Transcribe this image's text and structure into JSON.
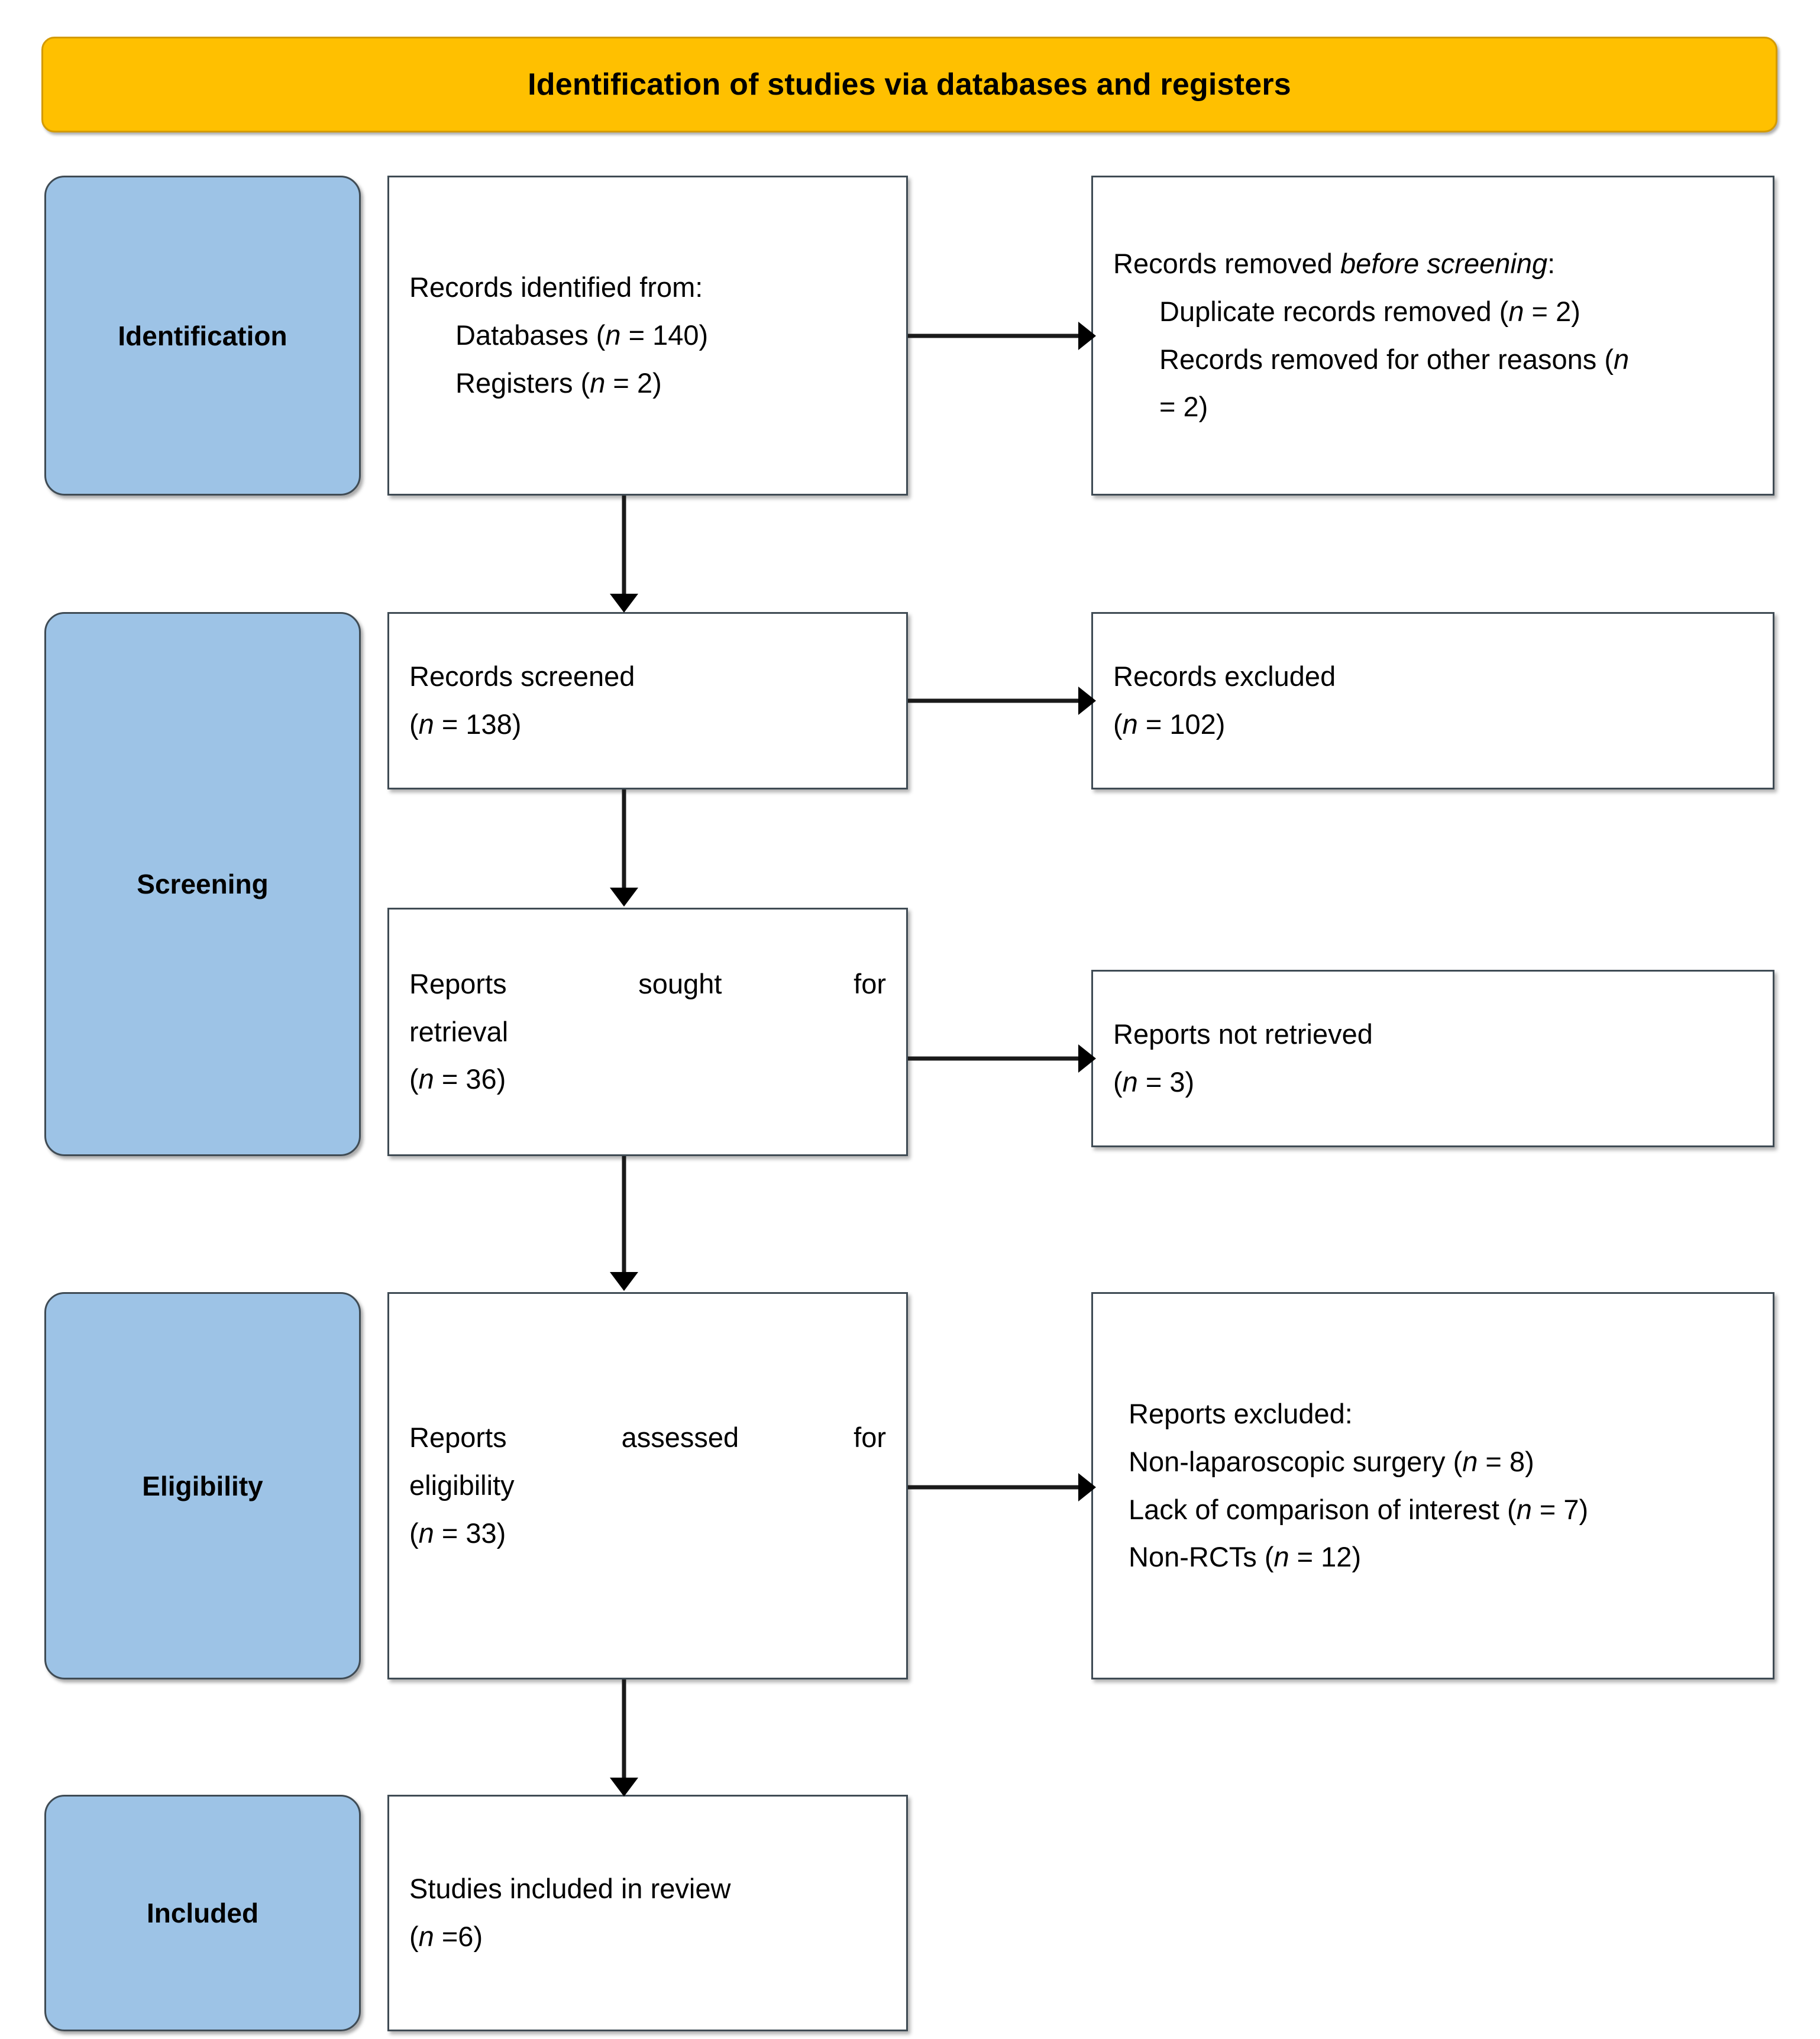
{
  "header": {
    "title": "Identification of studies via databases and registers",
    "bg_color": "#FFC000"
  },
  "stages": [
    {
      "id": "identification",
      "label": "Identification"
    },
    {
      "id": "screening",
      "label": "Screening"
    },
    {
      "id": "eligibility",
      "label": "Eligibility"
    },
    {
      "id": "included",
      "label": "Included"
    }
  ],
  "stage_color": "#9DC3E6",
  "nodes": {
    "records_identified": {
      "heading": "Records identified from:",
      "item_databases": "Databases (",
      "item_databases_n": "n",
      "item_databases_tail": " = 140)",
      "item_registers": "Registers (",
      "item_registers_n": "n",
      "item_registers_tail": " = 2)"
    },
    "records_removed": {
      "heading_a": "Records removed ",
      "heading_i": "before screening",
      "heading_b": ":",
      "dup_a": "Duplicate records removed (",
      "dup_n": "n",
      "dup_b": " = 2)",
      "other_a": "Records removed for other reasons (",
      "other_n": "n",
      "other_b": "",
      "other_cont_a": " = 2)"
    },
    "records_screened": {
      "line1": "Records screened",
      "line2_a": "(",
      "line2_n": "n",
      "line2_b": " = 138)"
    },
    "records_excluded": {
      "line1": "Records excluded",
      "line2_a": "(",
      "line2_n": "n",
      "line2_b": " = 102)"
    },
    "reports_sought": {
      "line1": "Reports sought for",
      "line2": "retrieval",
      "line3_a": "(",
      "line3_n": "n",
      "line3_b": " = 36)"
    },
    "reports_not_retrieved": {
      "line1": "Reports not retrieved",
      "line2_a": "(",
      "line2_n": "n",
      "line2_b": " = 3)"
    },
    "reports_assessed": {
      "line1": "Reports assessed for",
      "line2": "eligibility",
      "line3_a": "(",
      "line3_n": "n",
      "line3_b": " = 33)"
    },
    "reports_excluded": {
      "heading": "Reports excluded:",
      "r1_a": "Non-laparoscopic surgery (",
      "r1_n": "n",
      "r1_b": " = 8)",
      "r2_a": "Lack of comparison of interest (",
      "r2_n": "n",
      "r2_b": " = 7)",
      "r3_a": "Non-RCTs (",
      "r3_n": "n",
      "r3_b": " = 12)"
    },
    "studies_included": {
      "line1": "Studies included in review",
      "line2_a": "(",
      "line2_n": "n",
      "line2_b": " =6)"
    }
  },
  "chart_data": {
    "type": "diagram",
    "title": "PRISMA 2020 flow diagram",
    "counts": {
      "databases": 140,
      "registers": 2,
      "duplicate_records_removed": 2,
      "records_removed_other_reasons": 2,
      "records_screened": 138,
      "records_excluded": 102,
      "reports_sought_for_retrieval": 36,
      "reports_not_retrieved": 3,
      "reports_assessed_for_eligibility": 33,
      "excluded_non_laparoscopic_surgery": 8,
      "excluded_lack_of_comparison_of_interest": 7,
      "excluded_non_rcts": 12,
      "studies_included_in_review": 6
    }
  }
}
